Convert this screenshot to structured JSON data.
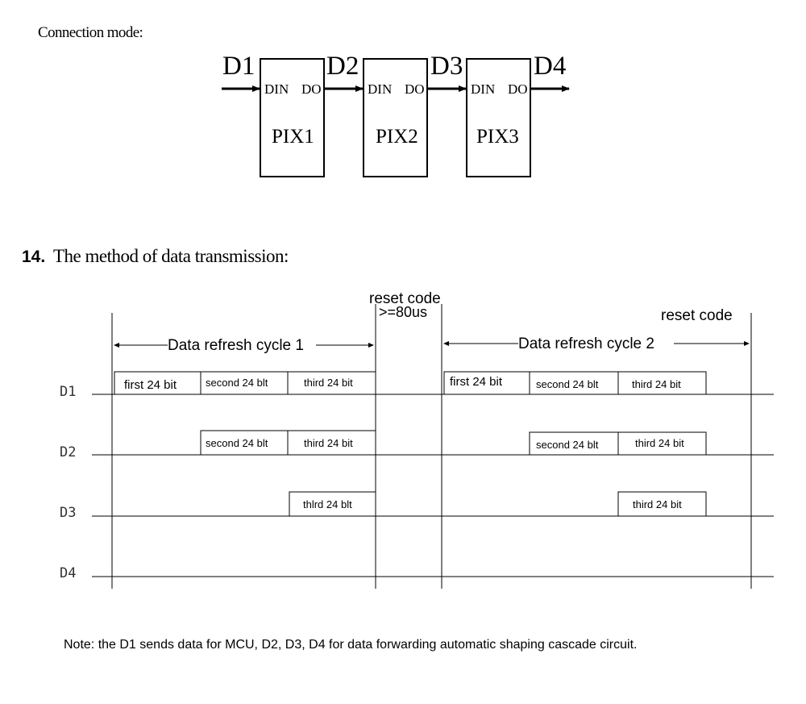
{
  "connection": {
    "heading": "Connection mode:",
    "signals": [
      "D1",
      "D2",
      "D3",
      "D4"
    ],
    "pix": [
      {
        "din": "DIN",
        "do": "DO",
        "label": "PIX1"
      },
      {
        "din": "DIN",
        "do": "DO",
        "label": "PIX2"
      },
      {
        "din": "DIN",
        "do": "DO",
        "label": "PIX3"
      }
    ]
  },
  "transmission": {
    "section_number": "14.",
    "heading": "The method of data transmission:",
    "reset_code_1": "reset code",
    "reset_time": ">=80us",
    "reset_code_2": "reset code",
    "cycle_1": "Data refresh cycle 1",
    "cycle_2": "Data refresh cycle 2",
    "lines": [
      "D1",
      "D2",
      "D3",
      "D4"
    ],
    "cycle1_boxes": {
      "d1": [
        "first 24 bit",
        "second 24 blt",
        "third 24 bit"
      ],
      "d2": [
        "second 24 blt",
        "third 24 bit"
      ],
      "d3": [
        "thlrd 24 blt"
      ]
    },
    "cycle2_boxes": {
      "d1": [
        "first 24 bit",
        "second 24 blt",
        "third 24 bit"
      ],
      "d2": [
        "second 24 blt",
        "third 24 bit"
      ],
      "d3": [
        "third 24 bit"
      ]
    }
  },
  "note": "Note: the D1 sends data for MCU, D2, D3, D4 for data forwarding automatic shaping cascade circuit."
}
